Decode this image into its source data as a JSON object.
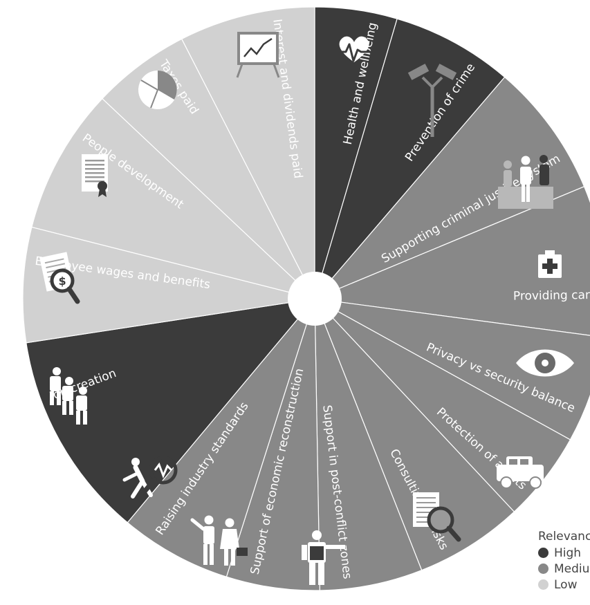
{
  "colors": {
    "high": "#3b3b3b",
    "medium": "#888888",
    "low": "#d1d1d1",
    "icon_dark": "#3b3b3b",
    "icon_light": "#ffffff"
  },
  "segments": [
    {
      "label": "Health and wellbeing",
      "relevance": "high",
      "icon": "heartbeat-icon"
    },
    {
      "label": "Prevention of crime",
      "relevance": "high",
      "icon": "cctv-cameras-icon"
    },
    {
      "label": "Supporting criminal justice system",
      "relevance": "medium",
      "icon": "courtroom-icon"
    },
    {
      "label": "Providing care",
      "relevance": "medium",
      "icon": "medical-kit-icon"
    },
    {
      "label": "Privacy vs security balance",
      "relevance": "medium",
      "icon": "eye-icon"
    },
    {
      "label": "Protection of assets",
      "relevance": "medium",
      "icon": "armored-vehicle-icon"
    },
    {
      "label": "Consulting on risks",
      "relevance": "medium",
      "icon": "document-magnifier-icon"
    },
    {
      "label": "Support in post-conflict zones",
      "relevance": "medium",
      "icon": "armed-guard-icon"
    },
    {
      "label": "Support of economic reconstruction",
      "relevance": "medium",
      "icon": "business-people-icon"
    },
    {
      "label": "Raising industry standards",
      "relevance": "medium",
      "icon": "inspector-magnifier-icon"
    },
    {
      "label": "Job creation",
      "relevance": "high",
      "icon": "workers-group-icon"
    },
    {
      "label": "Employee wages and benefits",
      "relevance": "low",
      "icon": "wage-document-icon"
    },
    {
      "label": "People development",
      "relevance": "low",
      "icon": "certificate-icon"
    },
    {
      "label": "Taxes paid",
      "relevance": "low",
      "icon": "pie-chart-icon"
    },
    {
      "label": "Interest and dividends paid",
      "relevance": "low",
      "icon": "presentation-board-icon"
    }
  ],
  "legend": {
    "title": "Relevance",
    "items": [
      {
        "label": "High",
        "relevance": "high"
      },
      {
        "label": "Medium",
        "relevance": "medium"
      },
      {
        "label": "Low",
        "relevance": "low"
      }
    ]
  }
}
